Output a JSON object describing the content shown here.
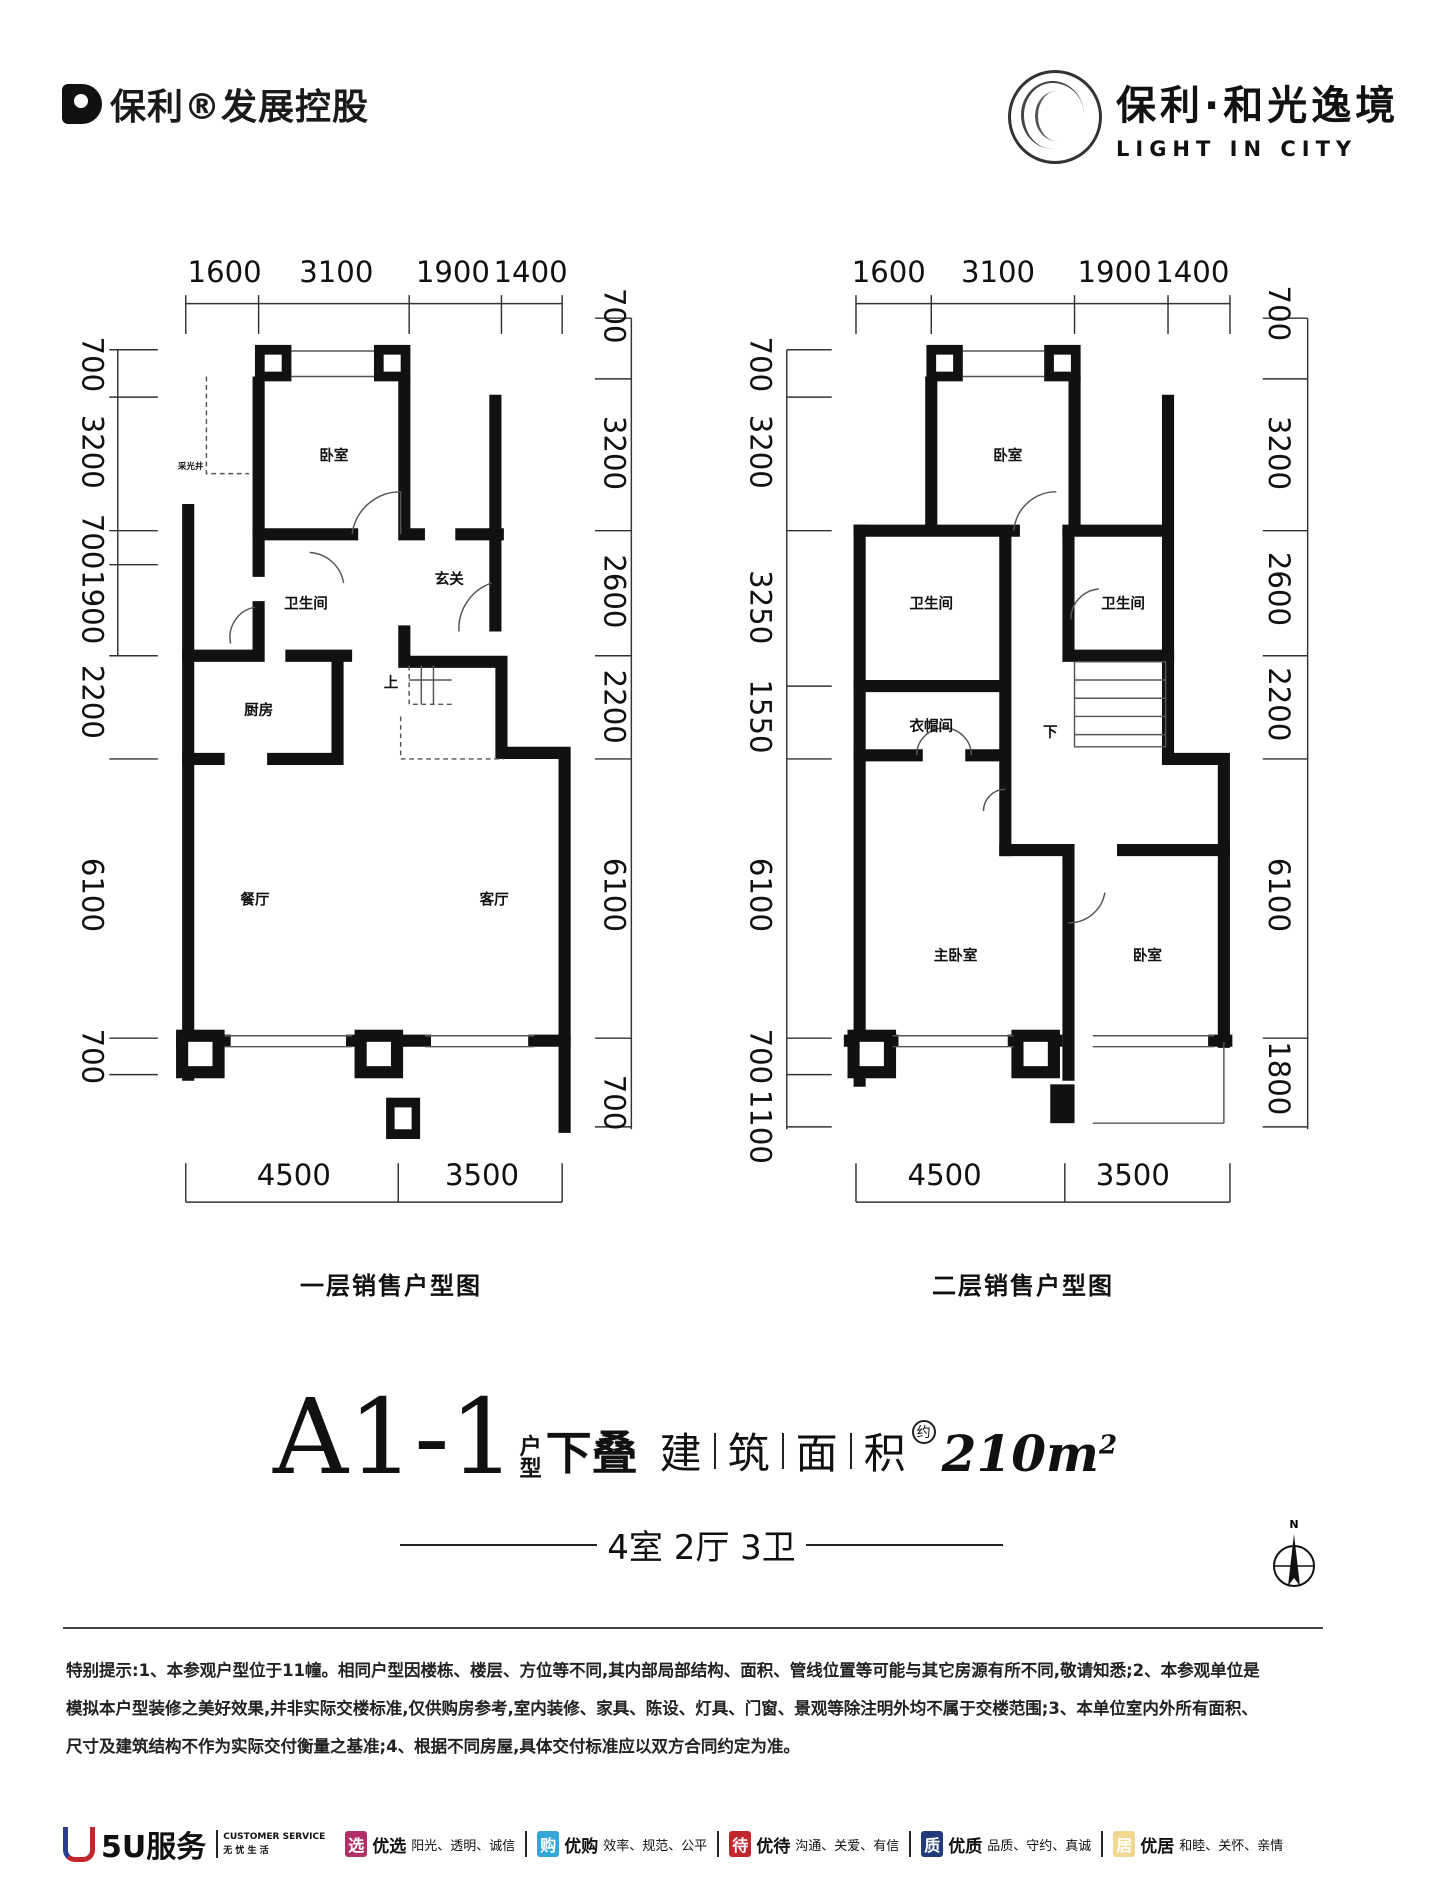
{
  "header": {
    "brand_left": "保利®发展控股",
    "brand_right_cn": "保利·和光逸境",
    "brand_right_en": "LIGHT IN CITY"
  },
  "plan1": {
    "caption": "一层销售户型图",
    "top_dims": [
      "1600",
      "3100",
      "1900",
      "1400"
    ],
    "bottom_dims": [
      "4500",
      "3500"
    ],
    "left_dims": [
      "700",
      "3200",
      "700",
      "1900",
      "2200",
      "6100",
      "700"
    ],
    "right_dims": [
      "700",
      "3200",
      "2600",
      "2200",
      "6100",
      "700"
    ],
    "rooms": {
      "bedroom": "卧室",
      "bathroom": "卫生间",
      "foyer": "玄关",
      "kitchen": "厨房",
      "up": "上",
      "dining": "餐厅",
      "living": "客厅",
      "lightwell": "采光井"
    }
  },
  "plan2": {
    "caption": "二层销售户型图",
    "top_dims": [
      "1600",
      "3100",
      "1900",
      "1400"
    ],
    "bottom_dims": [
      "4500",
      "3500"
    ],
    "left_dims": [
      "700",
      "3200",
      "3250",
      "1550",
      "6100",
      "700",
      "1100"
    ],
    "right_dims": [
      "700",
      "3200",
      "2600",
      "2200",
      "6100",
      "1800"
    ],
    "rooms": {
      "bedroom_top": "卧室",
      "bathroom_left": "卫生间",
      "bathroom_right": "卫生间",
      "closet": "衣帽间",
      "down": "下",
      "master": "主卧室",
      "bedroom_right": "卧室"
    }
  },
  "title": {
    "unit": "A1-1",
    "unit_type_1": "户",
    "unit_type_2": "型",
    "stack": "下叠",
    "area_chars": [
      "建",
      "筑",
      "面",
      "积"
    ],
    "approx": "约",
    "area_value": "210m",
    "area_sup": "2",
    "rooms": "4室 2厅 3卫"
  },
  "compass": {
    "north": "N"
  },
  "disclaimer": [
    "特别提示:1、本参观户型位于11幢。相同户型因楼栋、楼层、方位等不同,其内部局部结构、面积、管线位置等可能与其它房源有所不同,敬请知悉;2、本参观单位是",
    "模拟本户型装修之美好效果,并非实际交楼标准,仅供购房参考,室内装修、家具、陈设、灯具、门窗、景观等除注明外均不属于交楼范围;3、本单位室内外所有面积、",
    "尺寸及建筑结构不作为实际交付衡量之基准;4、根据不同房屋,具体交付标准应以双方合同约定为准。"
  ],
  "footer": {
    "service": "5U服务",
    "cs_en": "CUSTOMER SERVICE",
    "cs_cn": "无 忧 生 活",
    "items": [
      {
        "badge": "选",
        "name": "优选",
        "desc": "阳光、透明、诚信",
        "color": "#b0306a"
      },
      {
        "badge": "购",
        "name": "优购",
        "desc": "效率、规范、公平",
        "color": "#35a6d8"
      },
      {
        "badge": "待",
        "name": "优待",
        "desc": "沟通、关爱、有信",
        "color": "#c0282e"
      },
      {
        "badge": "质",
        "name": "优质",
        "desc": "品质、守约、真诚",
        "color": "#223a7a"
      },
      {
        "badge": "居",
        "name": "优居",
        "desc": "和睦、关怀、亲情",
        "color": "#f0d890"
      }
    ]
  }
}
